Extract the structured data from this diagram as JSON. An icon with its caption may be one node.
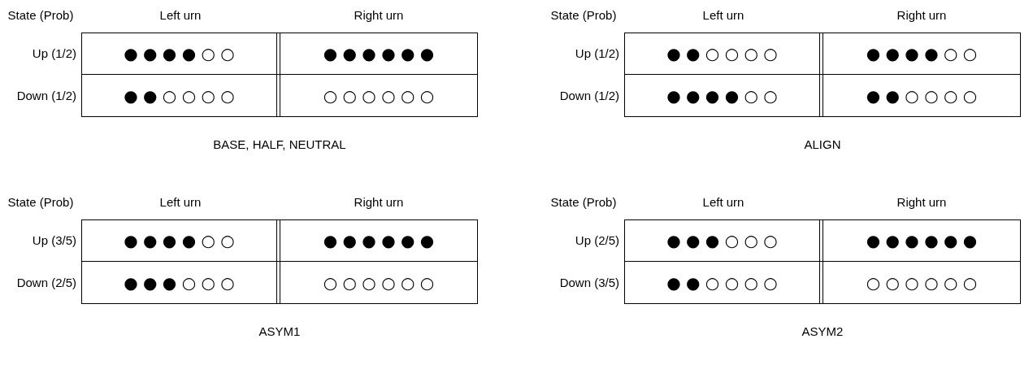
{
  "diagram": {
    "labels": [
      "State (Prob)",
      "Left urn",
      "Right urn",
      "Up (1/2)",
      "● ● ● ● ○ ○",
      "● ● ● ● ● ●",
      "Down (1/2)",
      "● ● ○ ○ ○ ○",
      "○ ○ ○ ○ ○ ○",
      "BASE, HALF, NEUTRAL",
      "State (Prob)",
      "Left urn",
      "Right urn",
      "Up (1/2)",
      "● ● ○ ○ ○ ○",
      "● ● ● ● ○ ○",
      "Down (1/2)",
      "● ● ● ● ○ ○",
      "● ● ○ ○ ○ ○",
      "ALIGN",
      "State (Prob)",
      "Left urn",
      "Right urn",
      "Up (3/5)",
      "● ● ● ● ○ ○",
      "● ● ● ● ● ●",
      "Down (2/5)",
      "● ● ● ○ ○ ○",
      "○ ○ ○ ○ ○ ○",
      "ASYM1",
      "State (Prob)",
      "Left urn",
      "Right urn",
      "Up (2/5)",
      "● ● ● ○ ○ ○",
      "● ● ● ● ● ●",
      "Down (3/5)",
      "● ● ○ ○ ○ ○",
      "○ ○ ○ ○ ○ ○",
      "ASYM2"
    ]
  }
}
